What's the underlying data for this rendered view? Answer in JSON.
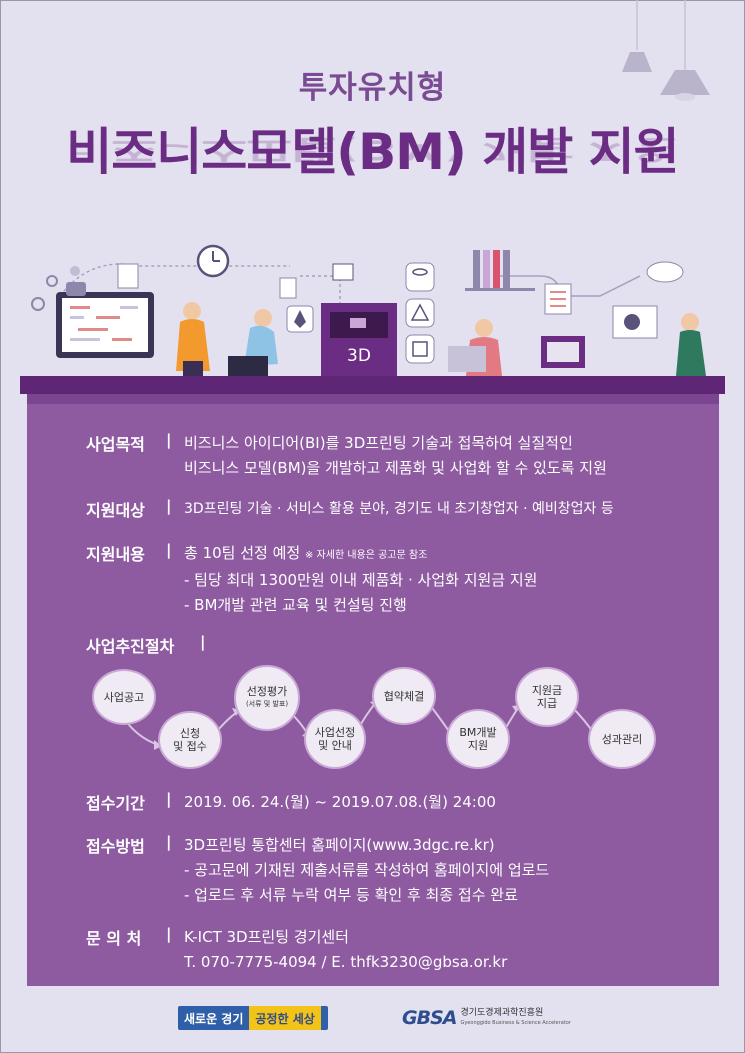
{
  "header": {
    "subtitle": "투자유치형",
    "title": "비즈니스모델(BM) 개발 지원"
  },
  "illustration": {
    "printer_label": "3D"
  },
  "sections": {
    "purpose": {
      "label": "사업목적",
      "lines": [
        "비즈니스 아이디어(BI)를 3D프린팅 기술과 접목하여 실질적인",
        "비즈니스 모델(BM)을 개발하고 제품화 및 사업화 할 수 있도록 지원"
      ]
    },
    "target": {
      "label": "지원대상",
      "lines": [
        "3D프린팅 기술 · 서비스 활용 분야, 경기도 내 초기창업자 · 예비창업자 등"
      ]
    },
    "content": {
      "label": "지원내용",
      "line1": "총 10팀 선정 예정",
      "note": "※ 자세한 내용은 공고문 참조",
      "lines": [
        "- 팀당 최대 1300만원 이내 제품화 · 사업화 지원금 지원",
        "- BM개발 관련 교육 및 컨설팅 진행"
      ]
    },
    "process": {
      "label": "사업추진절차",
      "steps": [
        {
          "label": "사업공고",
          "sub": ""
        },
        {
          "label": "신청\n및 접수",
          "sub": ""
        },
        {
          "label": "선정평가",
          "sub": "(서류 및 발표)"
        },
        {
          "label": "사업선정\n및 안내",
          "sub": ""
        },
        {
          "label": "협약체결",
          "sub": ""
        },
        {
          "label": "BM개발\n지원",
          "sub": ""
        },
        {
          "label": "지원금\n지급",
          "sub": ""
        },
        {
          "label": "성과관리",
          "sub": ""
        }
      ]
    },
    "period": {
      "label": "접수기간",
      "lines": [
        "2019. 06. 24.(월) ~ 2019.07.08.(월) 24:00"
      ]
    },
    "method": {
      "label": "접수방법",
      "lines": [
        "3D프린팅 통합센터 홈페이지(www.3dgc.re.kr)",
        "- 공고문에 기재된 제출서류를 작성하여 홈페이지에 업로드",
        "- 업로드 후 서류 누락 여부 등 확인 후 최종 접수 완료"
      ]
    },
    "contact": {
      "label": "문 의 처",
      "lines": [
        "K-ICT 3D프린팅 경기센터",
        "T. 070-7775-4094 / E. thfk3230@gbsa.or.kr"
      ]
    },
    "separator": "|"
  },
  "footer": {
    "slogan_left": "새로운 경기",
    "slogan_right": "공정한 세상",
    "logo_mark": "GBSA",
    "org_name": "경기도경제과학진흥원",
    "org_sub": "Gyeonggido Business & Science Accelerator"
  },
  "colors": {
    "background": "#e3e1ef",
    "panel": "#8e5aa0",
    "title": "#6b2d84",
    "desk": "#5e2675"
  }
}
